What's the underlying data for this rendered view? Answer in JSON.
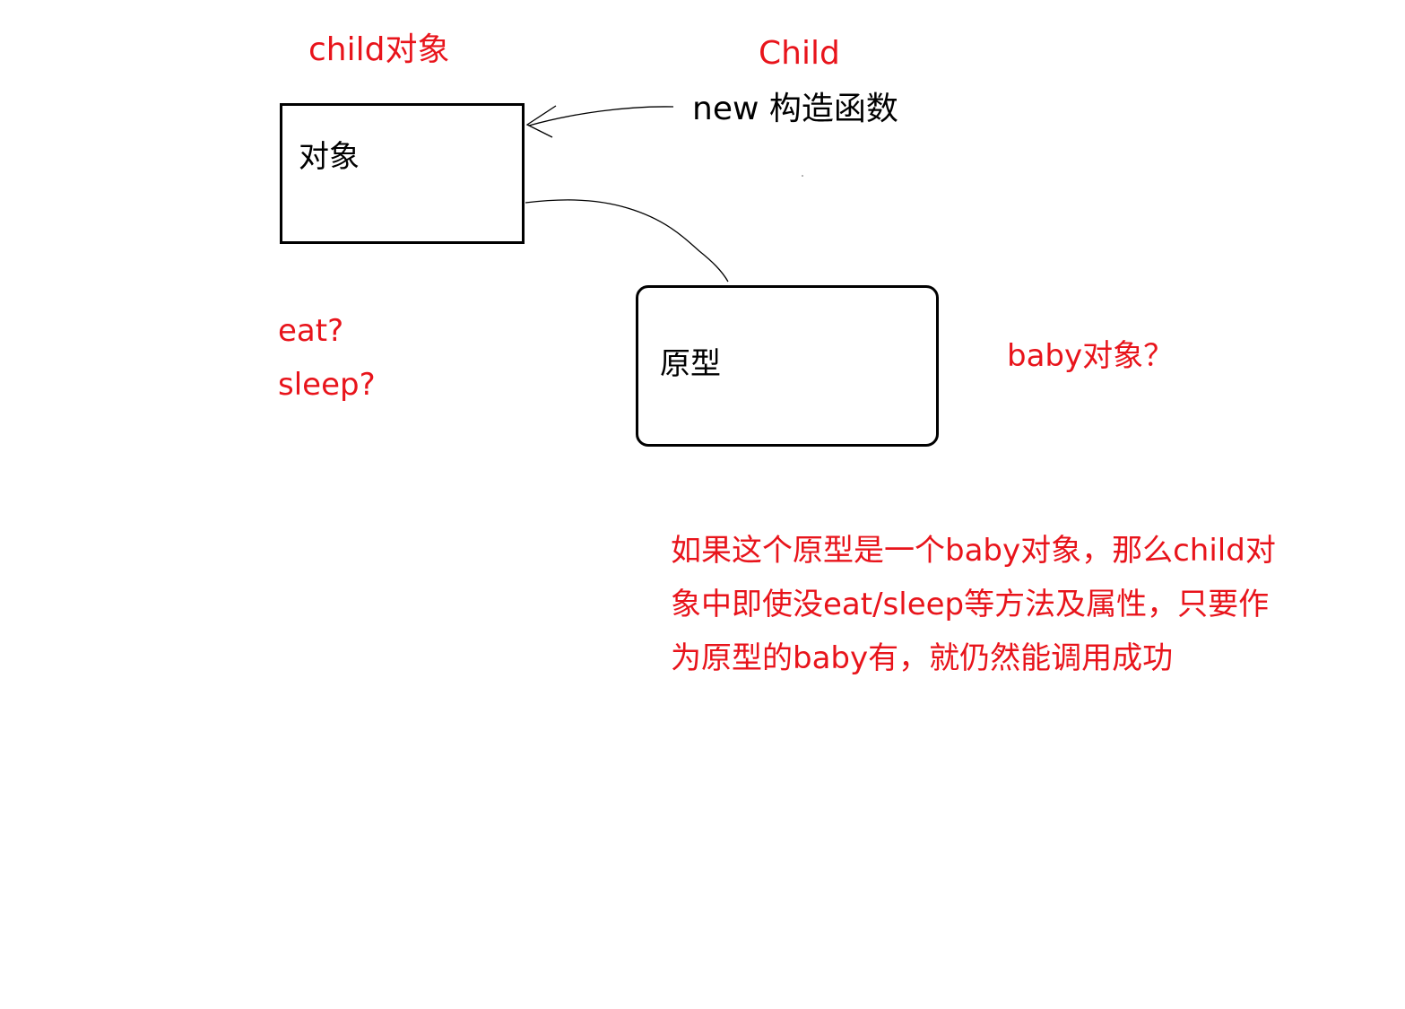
{
  "child_object": {
    "title": "child对象",
    "box_label": "对象"
  },
  "constructor": {
    "title": "Child",
    "subtitle": "new  构造函数"
  },
  "prototype": {
    "box_label": "原型",
    "side_label": "baby对象？"
  },
  "questions": {
    "eat": "eat?",
    "sleep": "sleep?"
  },
  "explanation": "如果这个原型是一个baby对象，那么child对象中即使没eat/sleep等方法及属性，只要作为原型的baby有，就仍然能调用成功",
  "colors": {
    "annotation": "#e8141b",
    "text": "#000000"
  }
}
